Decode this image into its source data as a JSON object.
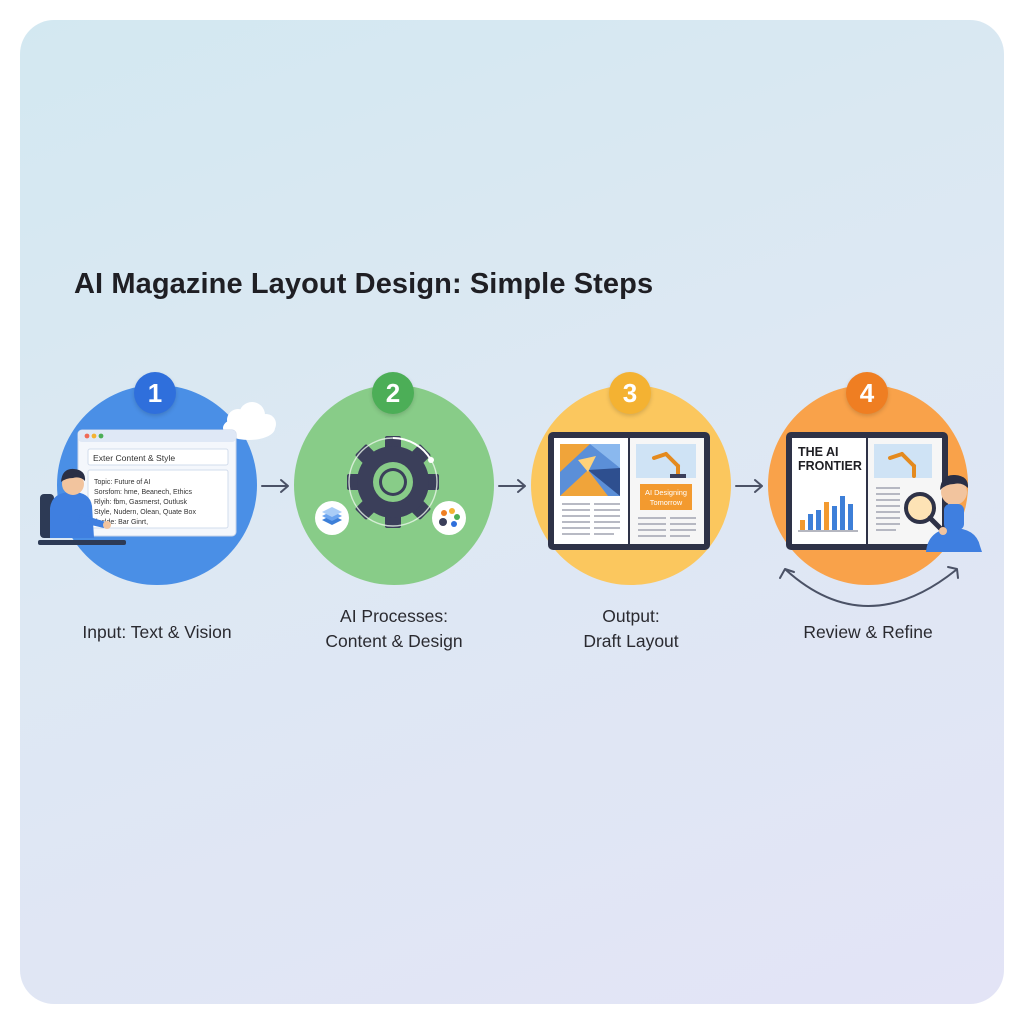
{
  "title": "AI Magazine Layout Design: Simple Steps",
  "colors": {
    "step1": "#4a8fe6",
    "step2": "#88cc88",
    "step3": "#fbc75e",
    "step4": "#f9a24a",
    "badge1": "#2f6fdc",
    "badge2": "#4cae57",
    "badge3": "#f4b232",
    "badge4": "#ef7e22"
  },
  "steps": [
    {
      "number": "1",
      "label_line1": "Input: Text & Vision",
      "label_line2": "",
      "icon": "person-at-computer-icon",
      "form": {
        "header": "Exter Content & Style",
        "lines": [
          "Topic: Future of AI",
          "Sorsfom: hme, Beanech, Ethics",
          "Rlyih: fbm, Gasmerst, Outlusk",
          "Style, Nudern, Olean, Quate Box",
          "Ileslde: Bar Ginrt,"
        ]
      }
    },
    {
      "number": "2",
      "label_line1": "AI Processes:",
      "label_line2": "Content & Design",
      "icon": "gear-icon"
    },
    {
      "number": "3",
      "label_line1": "Output:",
      "label_line2": "Draft Layout",
      "icon": "magazine-spread-icon",
      "headline": [
        "AI Designing",
        "Tomorrow"
      ]
    },
    {
      "number": "4",
      "label_line1": "Review & Refine",
      "label_line2": "",
      "icon": "magnifier-review-icon",
      "headline": [
        "THE AI",
        "FRONTIER"
      ]
    }
  ]
}
